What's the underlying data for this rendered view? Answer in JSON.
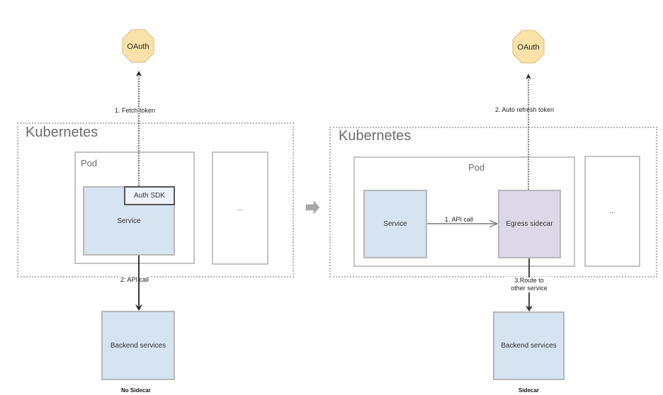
{
  "left": {
    "oauth": {
      "label": "OAuth",
      "fill": "#fbe2a8",
      "stroke": "#d9bb7a"
    },
    "fetch_label": "1. Fetch token",
    "kubernetes_label": "Kubernetes",
    "pod_label": "Pod",
    "service_label": "Service",
    "auth_sdk_label": "Auth SDK",
    "other_pod_label": "...",
    "api_call_label": "2:  API call",
    "backend_label": "Backend services",
    "caption": "No Sidecar"
  },
  "transition_arrow": {
    "icon": "right-arrow-icon",
    "color": "#a9a9a9"
  },
  "right": {
    "oauth": {
      "label": "OAuth",
      "fill": "#fbe2a8",
      "stroke": "#d9bb7a"
    },
    "refresh_label": "2. Auto refresh token",
    "kubernetes_label": "Kubernetes",
    "pod_label": "Pod",
    "service_label": "Service",
    "api_call_label": "1. API call",
    "sidecar_label": "Egress sidecar",
    "other_pod_label": "...",
    "route_label_line1": "3.Route to",
    "route_label_line2": "other service",
    "backend_label": "Backend services",
    "caption": "Sidecar"
  }
}
